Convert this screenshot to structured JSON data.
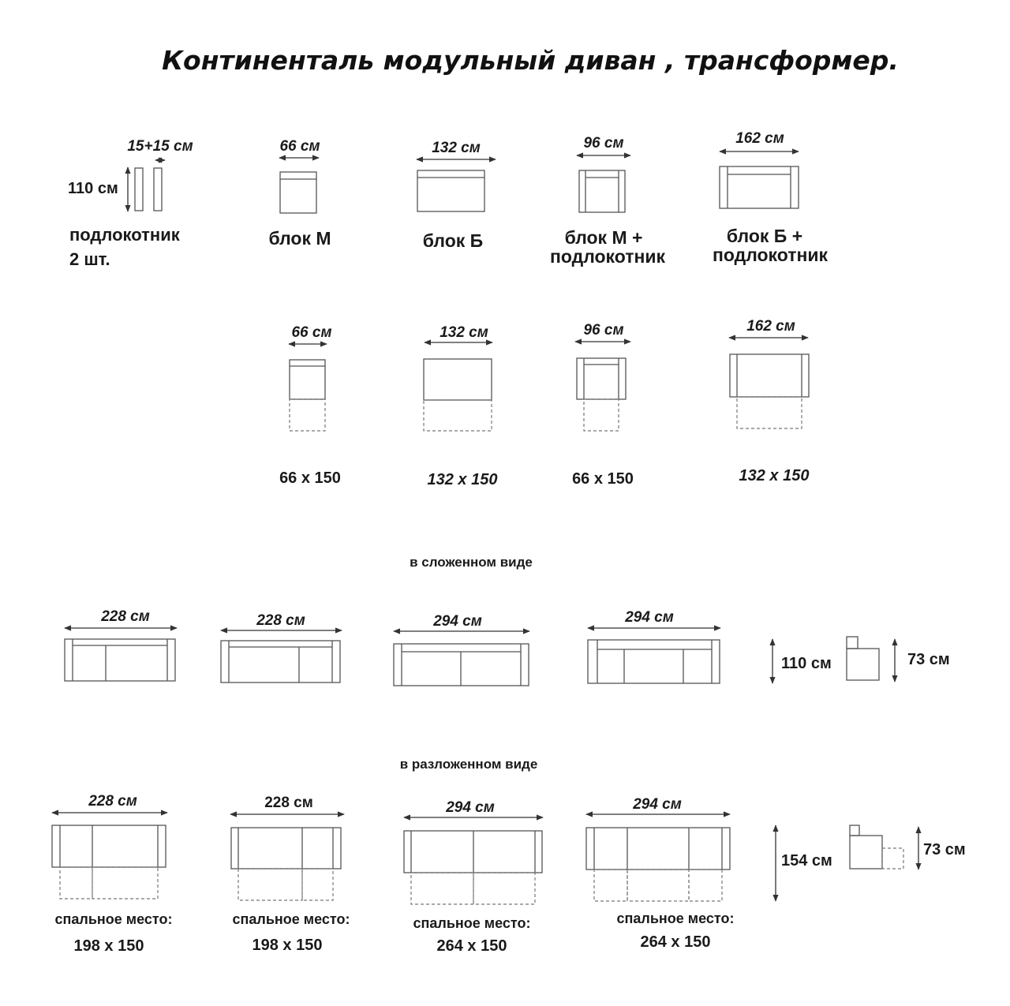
{
  "title": "Континенталь модульный диван , трансформер.",
  "modules": {
    "armrest": {
      "width": "15+15 см",
      "height": "110 см",
      "label_line1": "подлокотник",
      "label_line2": "2 шт."
    },
    "block_m": {
      "width": "66 см",
      "label_line1": "блок М"
    },
    "block_b": {
      "width": "132 см",
      "label_line1": "блок Б"
    },
    "block_m_arm": {
      "width": "96 см",
      "label_line1": "блок М +",
      "label_line2": "подлокотник"
    },
    "block_b_arm": {
      "width": "162 см",
      "label_line1": "блок Б +",
      "label_line2": "подлокотник"
    }
  },
  "unfolded_modules": [
    {
      "width": "66 см",
      "berth": "66 x 150"
    },
    {
      "width": "132 см",
      "berth": "132 x 150"
    },
    {
      "width": "96 см",
      "berth": "66 x 150"
    },
    {
      "width": "162 см",
      "berth": "132 x 150"
    }
  ],
  "folded": {
    "caption": "в сложенном виде",
    "items": [
      {
        "width": "228 см"
      },
      {
        "width": "228 см"
      },
      {
        "width": "294 см"
      },
      {
        "width": "294 см"
      }
    ],
    "side_depth": "110 см",
    "side_height": "73 см"
  },
  "unfolded": {
    "caption": "в разложенном виде",
    "berth_label": "спальное место:",
    "items": [
      {
        "width": "228 см",
        "berth": "198 x 150"
      },
      {
        "width": "228 см",
        "berth": "198 x 150"
      },
      {
        "width": "294 см",
        "berth": "264 x 150"
      },
      {
        "width": "294 см",
        "berth": "264 x 150"
      }
    ],
    "side_depth": "154 см",
    "side_height": "73 см"
  }
}
